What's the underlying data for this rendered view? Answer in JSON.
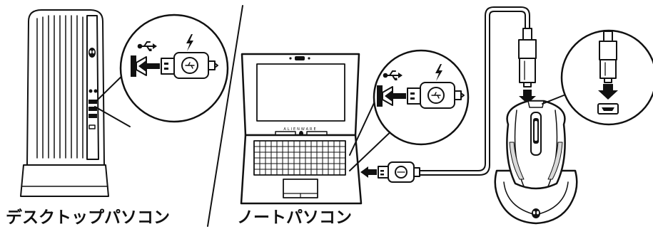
{
  "captions": {
    "desktop": "デスクトップパソコン",
    "laptop": "ノートパソコン"
  },
  "laptop_brand": "ALIENWARE",
  "icons": [
    "usb-symbol-icon",
    "charging-bolt-icon",
    "usb-port-arrow-icon",
    "alienware-logo-icon"
  ],
  "colors": {
    "line": "#111111",
    "fill": "#ffffff",
    "shade": "#d9d9d9"
  }
}
